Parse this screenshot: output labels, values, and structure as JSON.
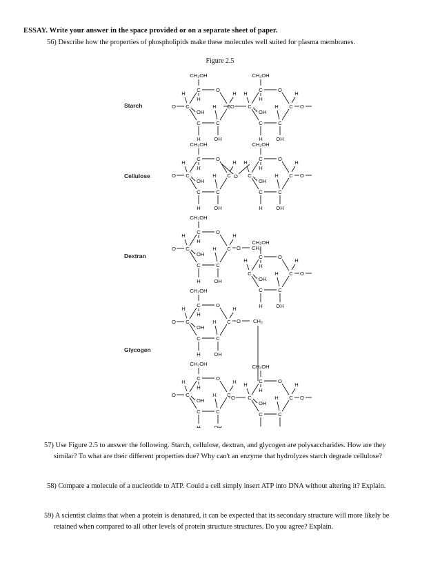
{
  "heading": "ESSAY.   Write your answer in the space provided or on a separate sheet of paper.",
  "q56": "56) Describe how the properties of phospholipids make these molecules well suited for plasma membranes.",
  "figure": {
    "title": "Figure 2.5",
    "labels": {
      "starch": "Starch",
      "cellulose": "Cellulose",
      "dextran": "Dextran",
      "glycogen": "Glycogen"
    },
    "atoms": {
      "ch2oh": "CH₂OH",
      "ch2": "CH₂",
      "c": "C",
      "o": "O",
      "h": "H",
      "oh": "OH",
      "o_dash_left": "O—",
      "o_dash_right": "—O"
    }
  },
  "q57": "57) Use Figure 2.5 to answer the following. Starch, cellulose, dextran, and glycogen are polysaccharides. How are they similar? To what are their different properties due? Why can't an enzyme that hydrolyzes starch degrade cellulose?",
  "q58": "58) Compare a molecule of a nucleotide to ATP. Could a cell simply insert ATP into DNA without altering it? Explain.",
  "q59": "59) A scientist claims that when a protein is denatured, it can be expected that its secondary structure will more likely be retained when compared to all other levels of protein structure structures. Do you agree? Explain."
}
